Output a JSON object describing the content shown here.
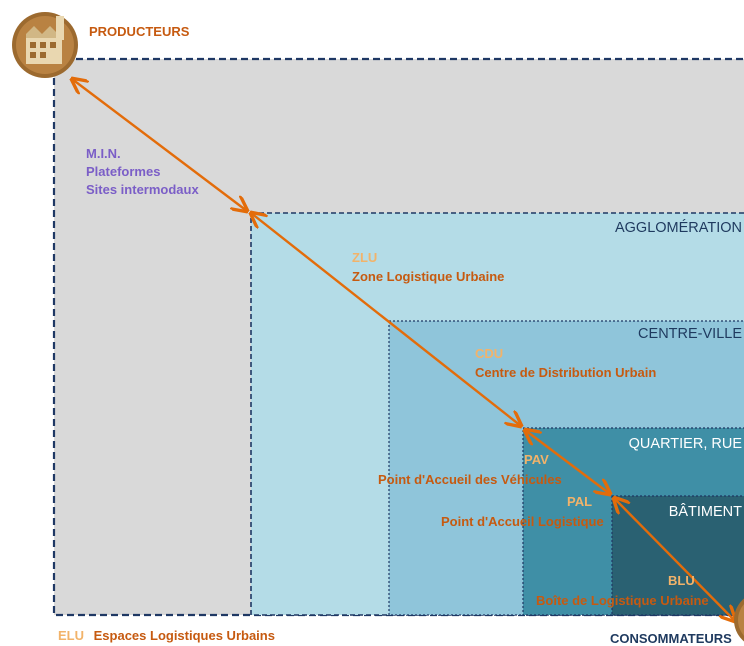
{
  "producers": {
    "label": "PRODUCTEURS",
    "icon": "factory-icon"
  },
  "consumers": {
    "label": "CONSOMMATEURS",
    "icon": "consumer-icon"
  },
  "zones": {
    "outer": {
      "labels": [
        "M.I.N.",
        "Plateformes",
        "Sites intermodaux"
      ]
    },
    "agglomeration": {
      "title": "AGGLOMÉRATION",
      "code": "ZLU",
      "name": "Zone Logistique Urbaine"
    },
    "centre_ville": {
      "title": "CENTRE-VILLE",
      "code": "CDU",
      "name": "Centre  de Distribution Urbain"
    },
    "quartier": {
      "title": "QUARTIER, RUE",
      "code": "PAV",
      "name": "Point d'Accueil des Véhicules"
    },
    "batiment": {
      "title": "BÂTIMENT",
      "code": "PAL",
      "name": "Point d'Accueil Logistique"
    },
    "blu": {
      "code": "BLU",
      "name": "Boîte de Logistique Urbaine"
    }
  },
  "legend": {
    "code": "ELU",
    "name": "Espaces Logistiques Urbains"
  },
  "colors": {
    "outer_fill": "#d9d9d9",
    "agglomeration_fill": "#b4dce7",
    "centre_ville_fill": "#8fc5da",
    "quartier_fill": "#3f8fa6",
    "batiment_fill": "#2a6172",
    "border": "#1f3864",
    "arrow": "#e36c0a",
    "purple_label": "#7b5ec7",
    "dark_orange_label": "#c65a10",
    "code_label": "#f2b36a",
    "title_dark": "#1f3a5f",
    "title_light": "#ffffff",
    "icon_brown": "#9c6a2f"
  }
}
